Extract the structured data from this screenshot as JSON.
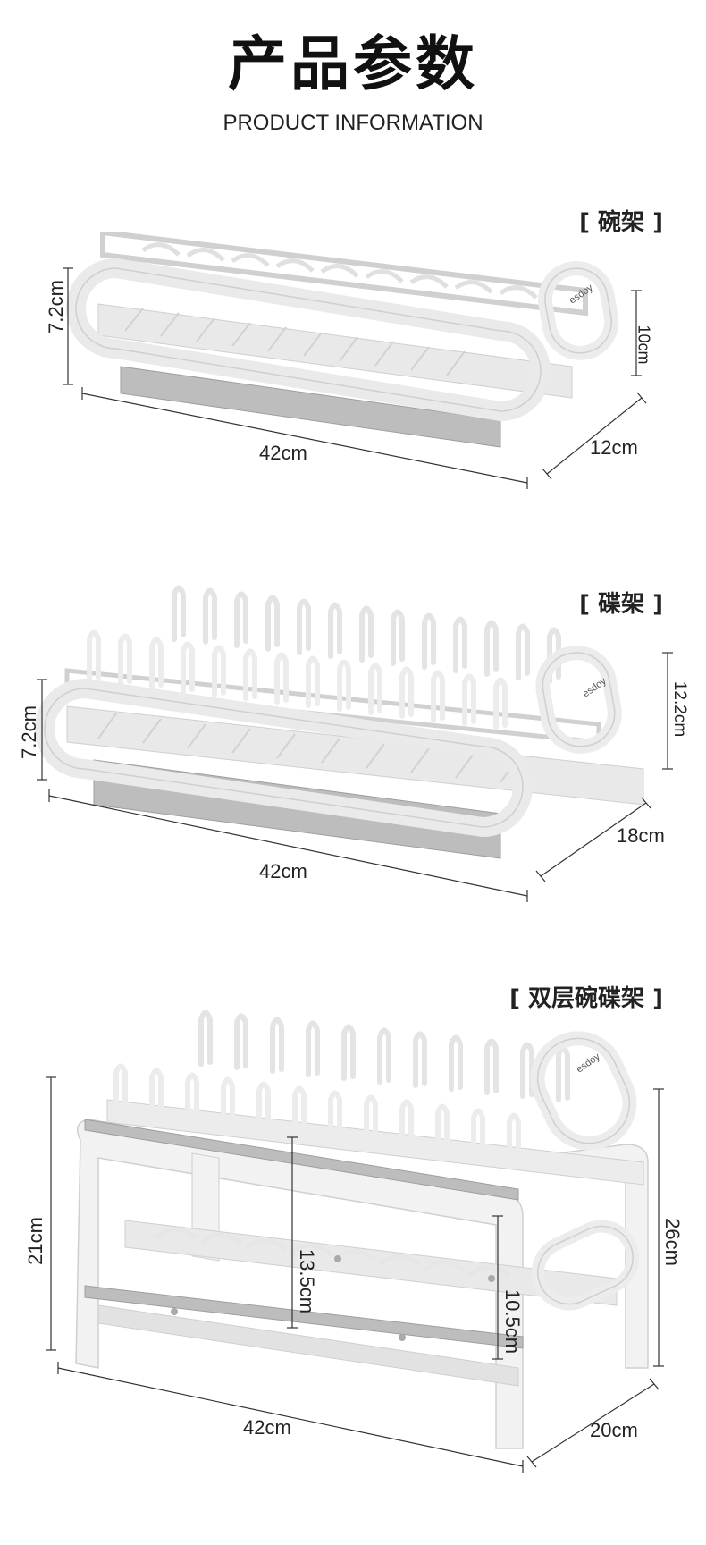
{
  "header": {
    "title": "产品参数",
    "subtitle": "PRODUCT INFORMATION"
  },
  "products": [
    {
      "label": "[ 碗架 ]",
      "brand": "esdoy",
      "dims": {
        "height_left": "7.2cm",
        "height_right": "10cm",
        "length": "42cm",
        "depth": "12cm"
      }
    },
    {
      "label": "[ 碟架 ]",
      "brand": "esdoy",
      "dims": {
        "height_left": "7.2cm",
        "height_right": "12.2cm",
        "length": "42cm",
        "depth": "18cm"
      }
    },
    {
      "label": "[ 双层碗碟架 ]",
      "brand": "esdoy",
      "dims": {
        "height_left": "21cm",
        "inner_height_1": "13.5cm",
        "inner_height_2": "10.5cm",
        "height_right": "26cm",
        "length": "42cm",
        "depth": "20cm"
      }
    }
  ],
  "colors": {
    "rack": "#f4f4f4",
    "rack_edge": "#cfcfcf",
    "tray": "#e6e6e6",
    "rail": "#b9b9b9",
    "dim_line": "#333333"
  }
}
